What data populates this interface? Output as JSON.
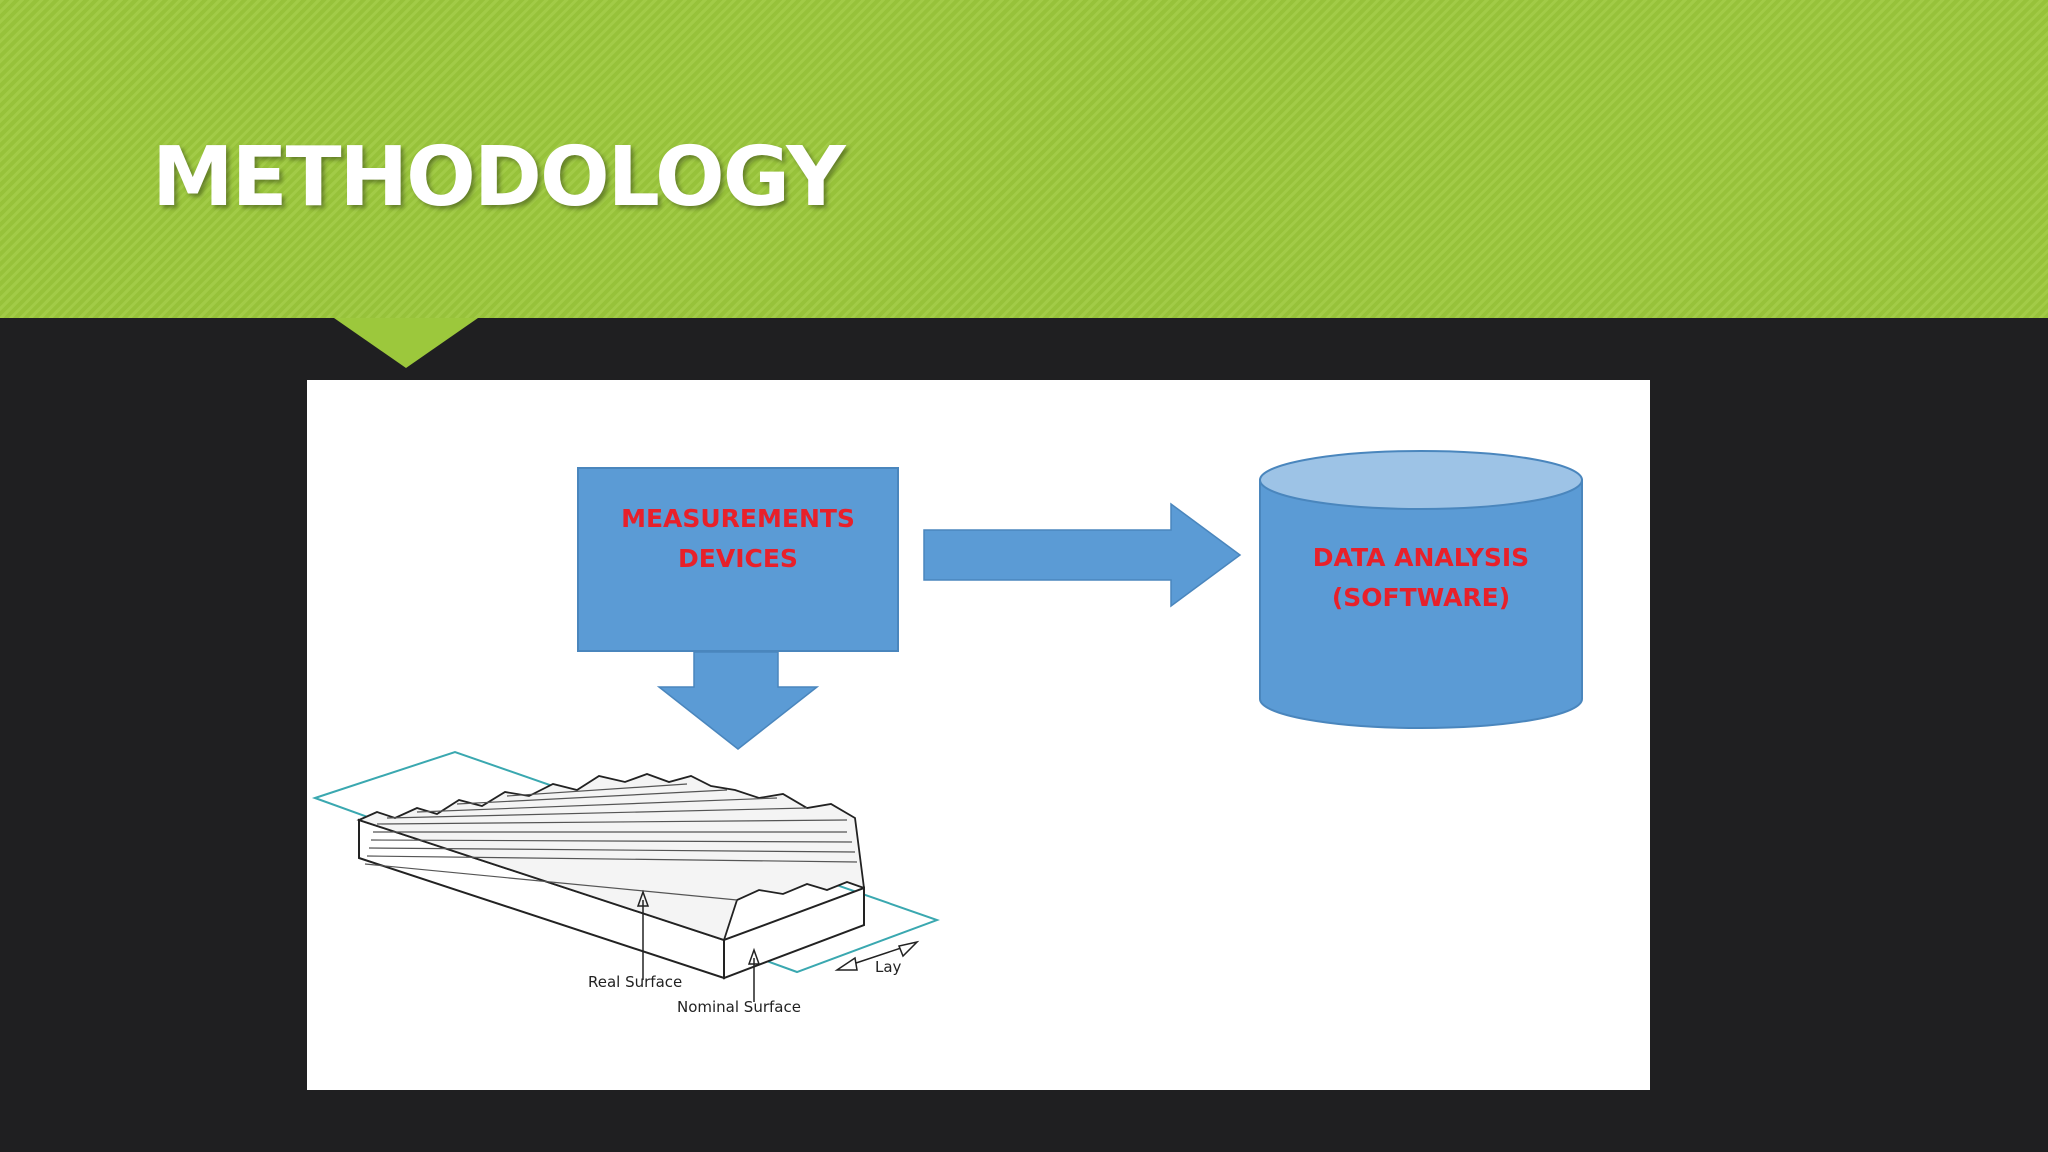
{
  "slide": {
    "title": "METHODOLOGY"
  },
  "diagram": {
    "measurement_node": {
      "line1": "MEASUREMENTS",
      "line2": "DEVICES"
    },
    "analysis_node": {
      "line1": "DATA ANALYSIS",
      "line2": "(SOFTWARE)"
    },
    "surface_figure": {
      "real_surface_label": "Real Surface",
      "nominal_surface_label": "Nominal Surface",
      "lay_label": "Lay"
    }
  },
  "colors": {
    "header_green": "#9cc83c",
    "background_dark": "#1f1f21",
    "shape_blue": "#5b9bd5",
    "shape_blue_light": "#9dc3e6",
    "label_red": "#e8202a",
    "nominal_plane_teal": "#3aa8b0"
  }
}
